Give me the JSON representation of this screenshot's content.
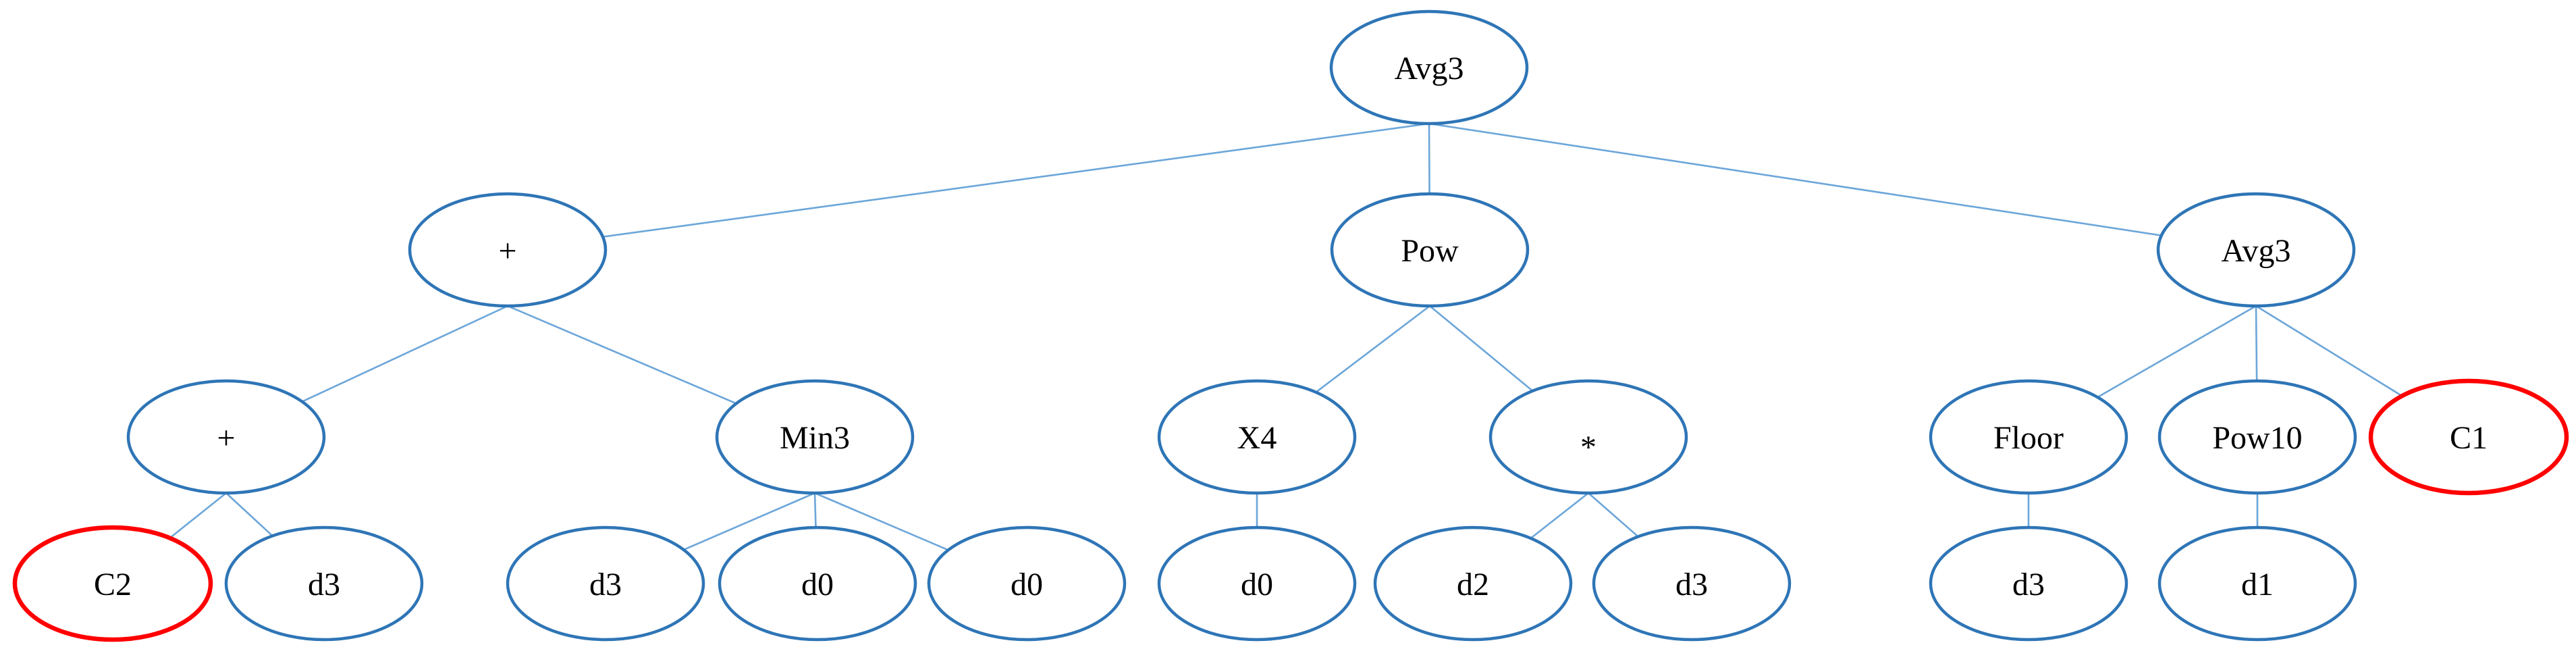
{
  "figure": {
    "type": "expression-tree-diagram",
    "background_color": "#ffffff"
  },
  "colors": {
    "node_stroke": "#2E75B6",
    "highlight_node_stroke": "#FF0000",
    "edge_stroke": "#6CA6D9",
    "label_text": "#000000",
    "node_fill": "#ffffff"
  },
  "nodes": [
    {
      "id": 0,
      "label": "Avg3",
      "level": 1,
      "highlighted": false
    },
    {
      "id": 1,
      "label": "+",
      "level": 2,
      "highlighted": false
    },
    {
      "id": 2,
      "label": "Pow",
      "level": 2,
      "highlighted": false
    },
    {
      "id": 3,
      "label": "Avg3",
      "level": 2,
      "highlighted": false
    },
    {
      "id": 4,
      "label": "+",
      "level": 3,
      "highlighted": false
    },
    {
      "id": 5,
      "label": "Min3",
      "level": 3,
      "highlighted": false
    },
    {
      "id": 6,
      "label": "X4",
      "level": 3,
      "highlighted": false
    },
    {
      "id": 7,
      "label": "*",
      "level": 3,
      "highlighted": false
    },
    {
      "id": 8,
      "label": "Floor",
      "level": 3,
      "highlighted": false
    },
    {
      "id": 9,
      "label": "Pow10",
      "level": 3,
      "highlighted": false
    },
    {
      "id": 10,
      "label": "C1",
      "level": 3,
      "highlighted": true
    },
    {
      "id": 11,
      "label": "C2",
      "level": 4,
      "highlighted": true
    },
    {
      "id": 12,
      "label": "d3",
      "level": 4,
      "highlighted": false
    },
    {
      "id": 13,
      "label": "d3",
      "level": 4,
      "highlighted": false
    },
    {
      "id": 14,
      "label": "d0",
      "level": 4,
      "highlighted": false
    },
    {
      "id": 15,
      "label": "d0",
      "level": 4,
      "highlighted": false
    },
    {
      "id": 16,
      "label": "d0",
      "level": 4,
      "highlighted": false
    },
    {
      "id": 17,
      "label": "d2",
      "level": 4,
      "highlighted": false
    },
    {
      "id": 18,
      "label": "d3",
      "level": 4,
      "highlighted": false
    },
    {
      "id": 19,
      "label": "d3",
      "level": 4,
      "highlighted": false
    },
    {
      "id": 20,
      "label": "d1",
      "level": 4,
      "highlighted": false
    }
  ],
  "edges": [
    {
      "from": 0,
      "to": 1
    },
    {
      "from": 0,
      "to": 2
    },
    {
      "from": 0,
      "to": 3
    },
    {
      "from": 1,
      "to": 4
    },
    {
      "from": 1,
      "to": 5
    },
    {
      "from": 2,
      "to": 6
    },
    {
      "from": 2,
      "to": 7
    },
    {
      "from": 3,
      "to": 8
    },
    {
      "from": 3,
      "to": 9
    },
    {
      "from": 3,
      "to": 10
    },
    {
      "from": 4,
      "to": 11
    },
    {
      "from": 4,
      "to": 12
    },
    {
      "from": 5,
      "to": 13
    },
    {
      "from": 5,
      "to": 14
    },
    {
      "from": 5,
      "to": 15
    },
    {
      "from": 6,
      "to": 16
    },
    {
      "from": 7,
      "to": 17
    },
    {
      "from": 7,
      "to": 18
    },
    {
      "from": 8,
      "to": 19
    },
    {
      "from": 9,
      "to": 20
    }
  ]
}
